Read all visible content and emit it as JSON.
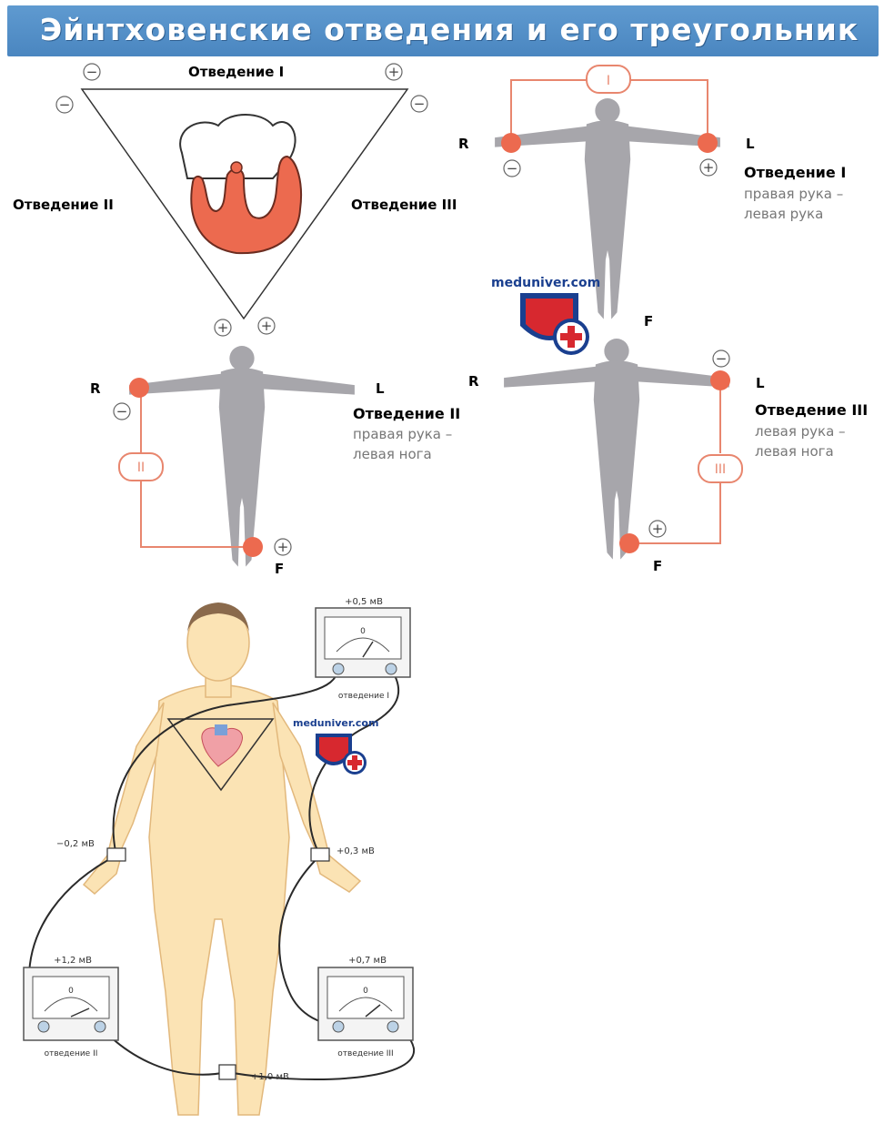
{
  "title": "Эйнтховенские отведения и его треугольник",
  "triangle": {
    "lead_i": "Отведение I",
    "lead_ii": "Отведение II",
    "lead_iii": "Отведение III",
    "minus": "−",
    "plus": "+"
  },
  "lead1_panel": {
    "badge": "I",
    "r": "R",
    "l": "L",
    "f": "F",
    "title": "Отведение I",
    "line1": "правая рука –",
    "line2": "левая рука"
  },
  "lead2_panel": {
    "badge": "II",
    "r": "R",
    "l": "L",
    "f": "F",
    "title": "Отведение II",
    "line1": "правая рука –",
    "line2": "левая нога"
  },
  "lead3_panel": {
    "badge": "III",
    "r": "R",
    "l": "L",
    "f": "F",
    "title": "Отведение III",
    "line1": "левая рука –",
    "line2": "левая нога"
  },
  "watermark": "meduniver.com",
  "body_figure": {
    "meter1_value": "+0,5 мВ",
    "meter1_label": "отведение I",
    "meter2_value": "+1,2 мВ",
    "meter2_label": "отведение II",
    "meter3_value": "+0,7 мВ",
    "meter3_label": "отведение III",
    "right_arm_value": "−0,2 мВ",
    "left_arm_value": "+0,3 мВ",
    "leg_value": "+1,0 мВ",
    "zero": "0"
  },
  "colors": {
    "electrode": "#ec6a4f",
    "wire": "#e8866e",
    "silhouette": "#a7a6ab",
    "skin": "#fbe3b4",
    "banner": "#5b94cc"
  }
}
